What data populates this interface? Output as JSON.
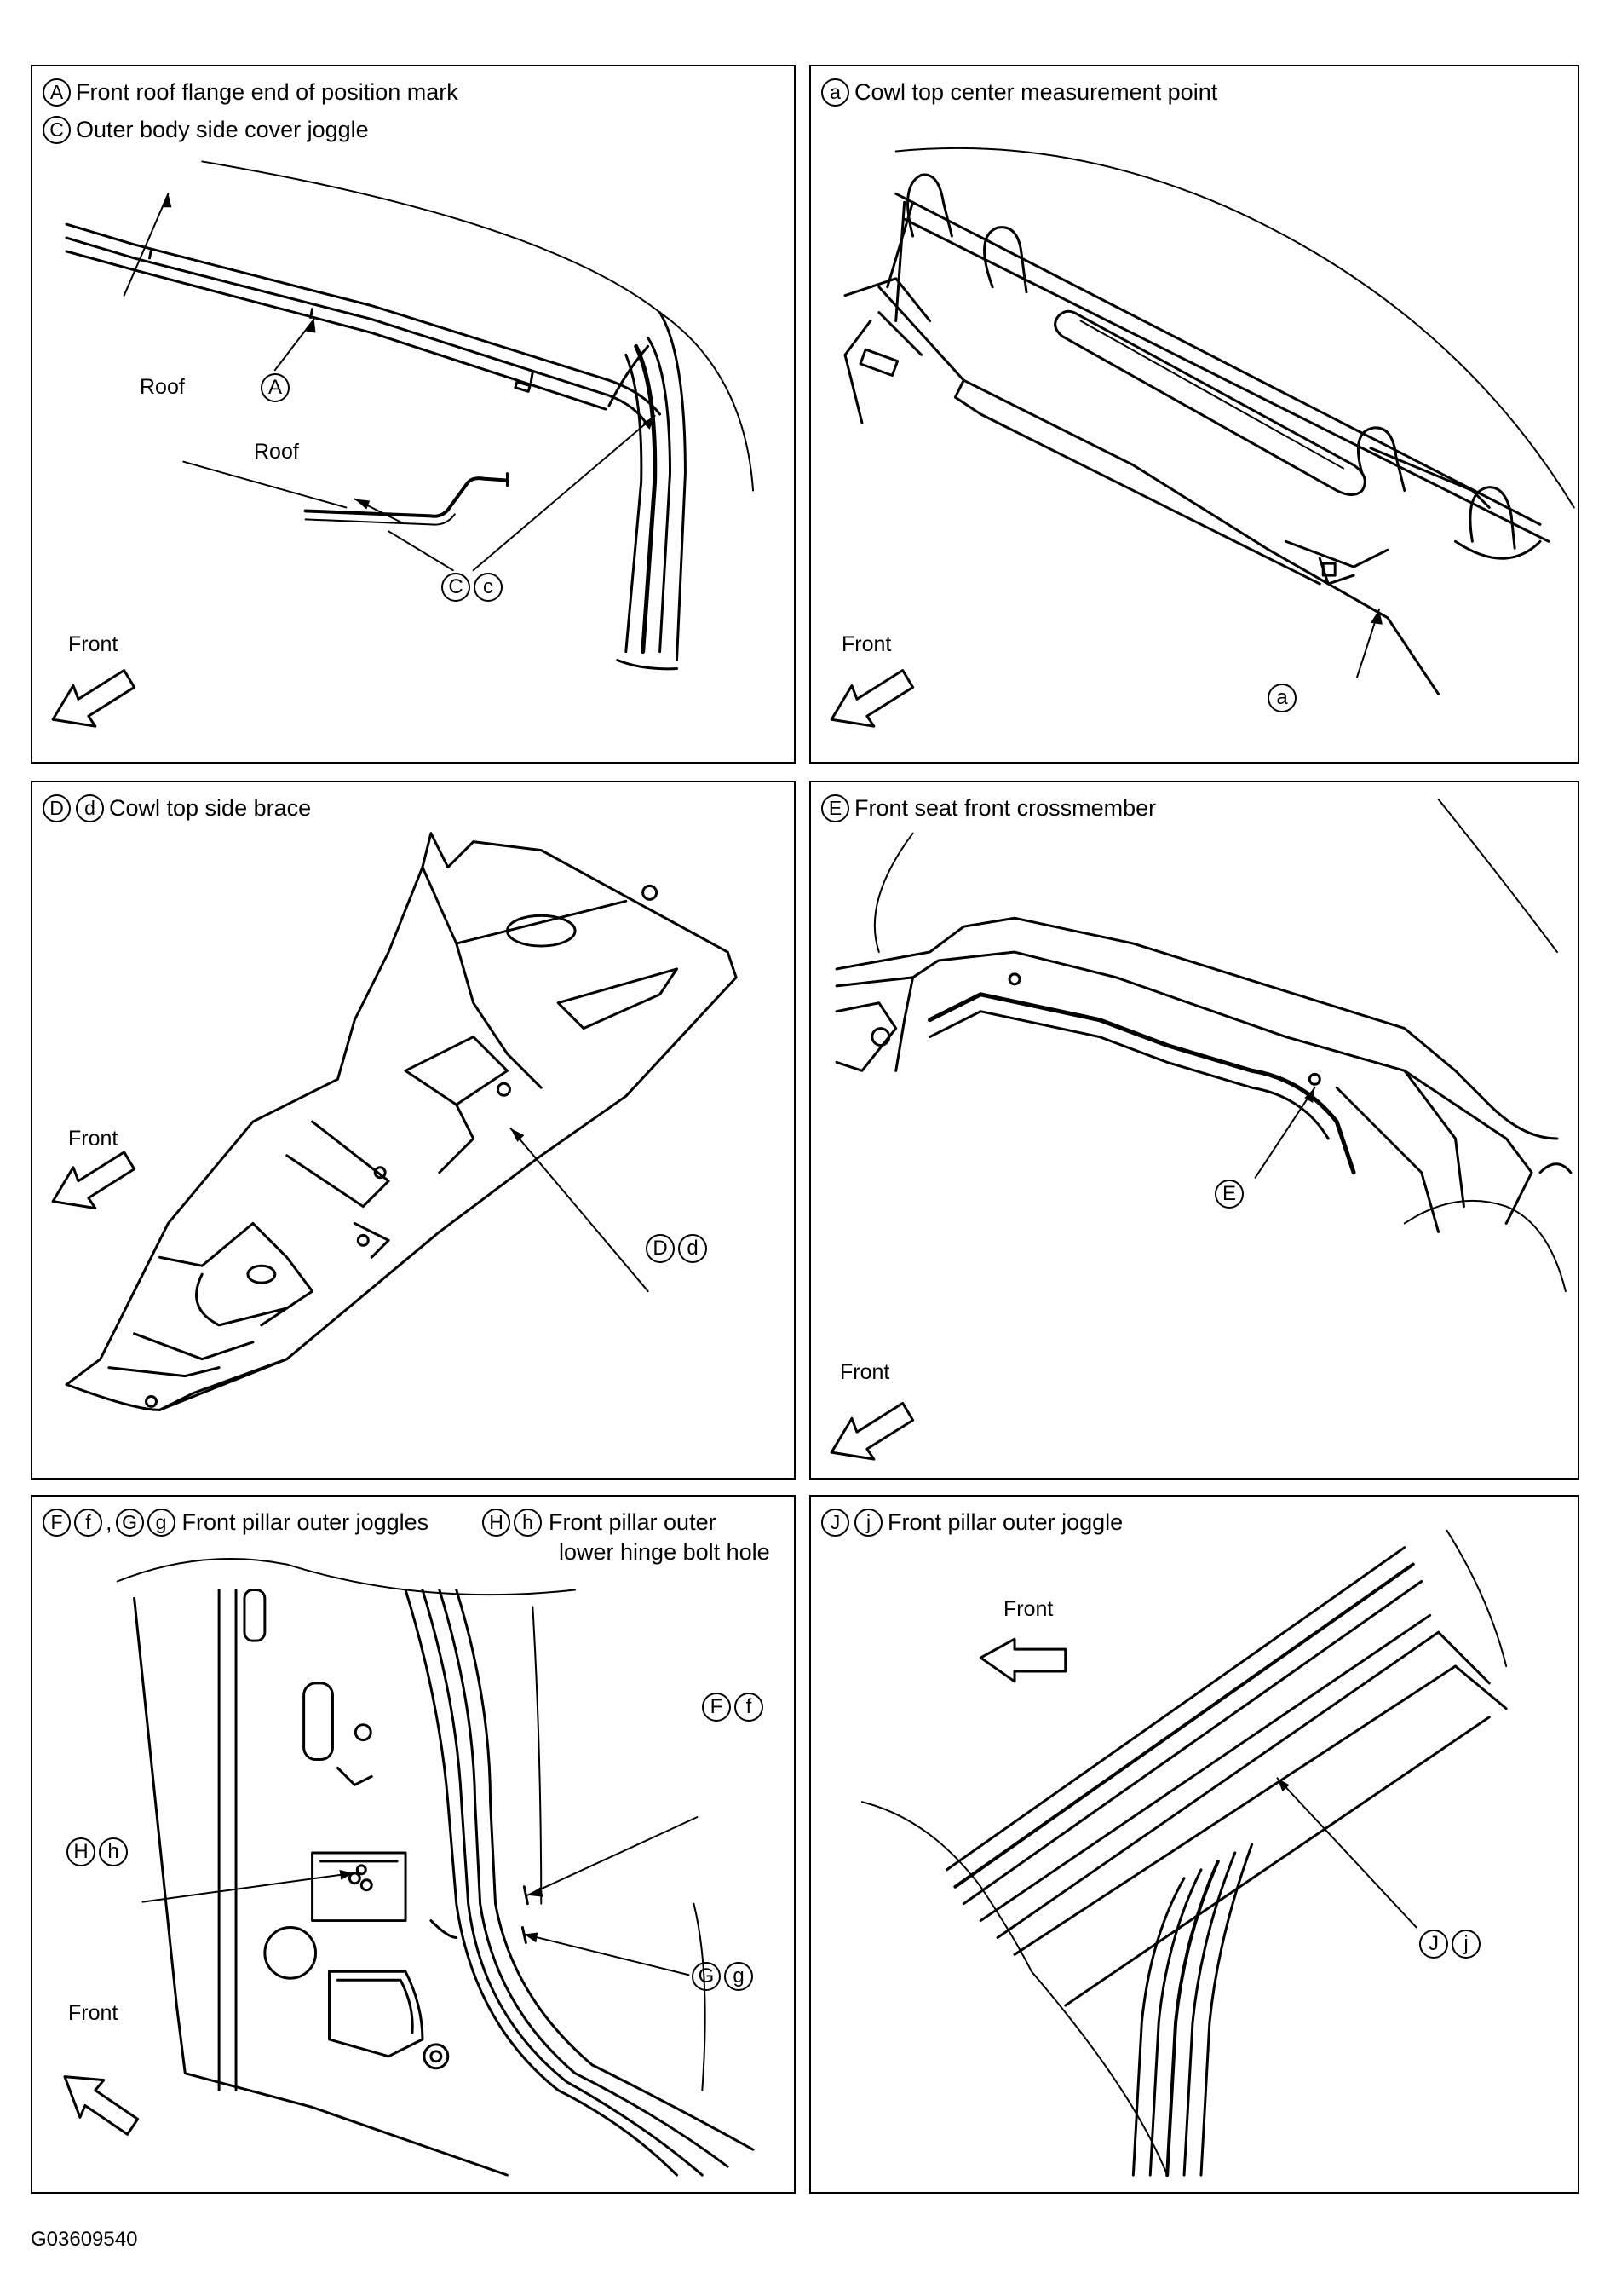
{
  "figure_id": "G03609540",
  "panels": [
    {
      "legend": [
        {
          "markers": [
            "A"
          ],
          "text": "Front roof flange end of position mark"
        },
        {
          "markers": [
            "C"
          ],
          "text": "Outer body side cover joggle"
        }
      ],
      "labels": {
        "roof_1": "Roof",
        "roof_2": "Roof",
        "front": "Front"
      },
      "callouts": [
        [
          "A"
        ],
        [
          "C",
          "c"
        ]
      ]
    },
    {
      "legend": [
        {
          "markers": [
            "a"
          ],
          "text": "Cowl top center measurement point"
        }
      ],
      "labels": {
        "front": "Front"
      },
      "callouts": [
        [
          "a"
        ]
      ]
    },
    {
      "legend": [
        {
          "markers": [
            "D",
            "d"
          ],
          "text": "Cowl top side brace"
        }
      ],
      "labels": {
        "front": "Front"
      },
      "callouts": [
        [
          "D",
          "d"
        ]
      ]
    },
    {
      "legend": [
        {
          "markers": [
            "E"
          ],
          "text": "Front seat front crossmember"
        }
      ],
      "labels": {
        "front": "Front"
      },
      "callouts": [
        [
          "E"
        ]
      ]
    },
    {
      "legend": [
        {
          "markers": [
            "F",
            "f"
          ],
          "separator": ",",
          "markers2": [
            "G",
            "g"
          ],
          "text": "Front pillar outer joggles"
        },
        {
          "markers": [
            "H",
            "h"
          ],
          "text": "Front pillar outer",
          "text2": "lower hinge bolt hole"
        }
      ],
      "labels": {
        "front": "Front"
      },
      "callouts": [
        [
          "F",
          "f"
        ],
        [
          "H",
          "h"
        ],
        [
          "G",
          "g"
        ]
      ]
    },
    {
      "legend": [
        {
          "markers": [
            "J",
            "j"
          ],
          "text": "Front pillar outer joggle"
        }
      ],
      "labels": {
        "front": "Front"
      },
      "callouts": [
        [
          "J",
          "j"
        ]
      ]
    }
  ]
}
